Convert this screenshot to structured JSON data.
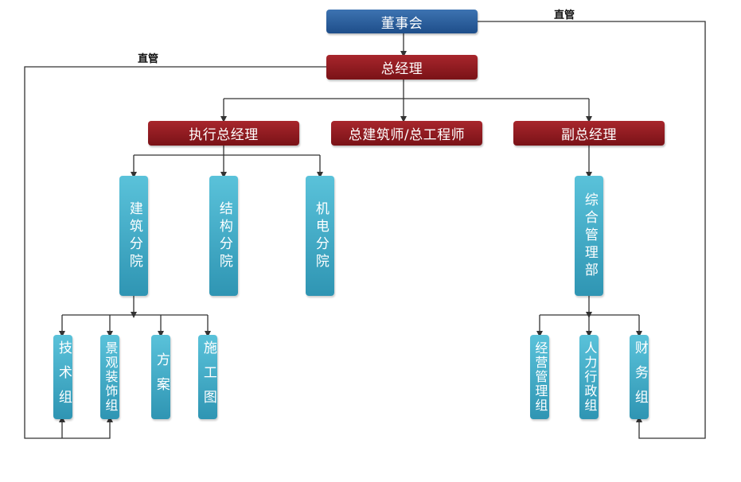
{
  "board": "董事会",
  "general_manager": "总经理",
  "deputies": {
    "executive_gm": "执行总经理",
    "chief_architect": "总建筑师/总工程师",
    "deputy_gm": "副总经理"
  },
  "branches": {
    "architecture": "建筑分院",
    "structure": "结构分院",
    "mep": "机电分院",
    "admin_dept": "综合管理部"
  },
  "groups": {
    "tech": "技术组",
    "landscape": "景观装饰组",
    "scheme": "方案",
    "construction_drawing": "施工图",
    "business_mgmt": "经营管理组",
    "hr_admin": "人力行政组",
    "finance": "财务组"
  },
  "labels": {
    "direct_left": "直管",
    "direct_right": "直管"
  },
  "colors": {
    "board_blue": "#2a5d9c",
    "manager_red": "#8e1b21",
    "unit_teal": "#3aa7c4",
    "line": "#333333"
  }
}
